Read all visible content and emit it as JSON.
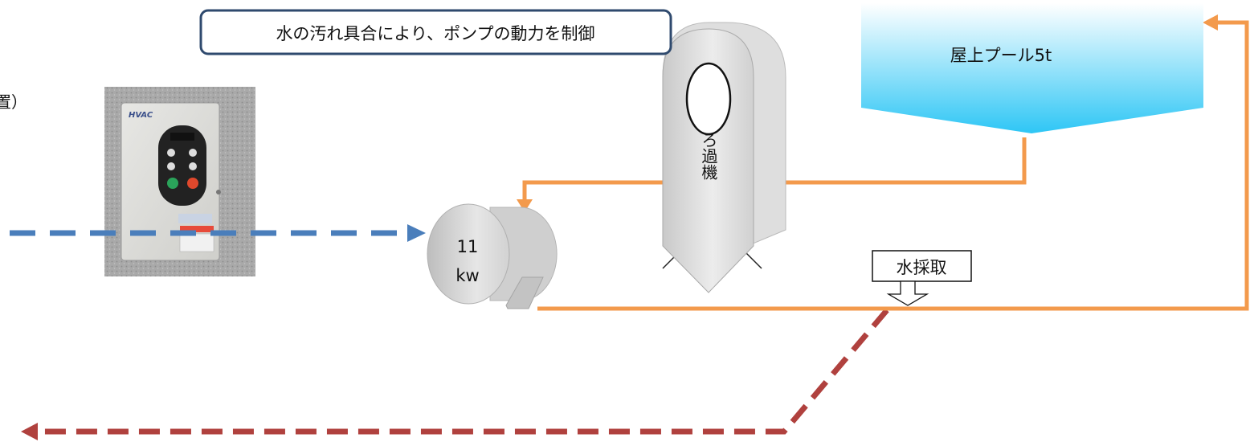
{
  "callout": {
    "text": "水の汚れ具合により、ポンプの動力を制御",
    "border_color": "#2f4a6e"
  },
  "left_fragment": "置）",
  "pool": {
    "label": "屋上プール5t"
  },
  "filter": {
    "label": "ろ過機"
  },
  "pump": {
    "line1": "11",
    "line2": "kw"
  },
  "sampling": {
    "label": "水採取"
  },
  "inverter": {
    "brand": "HVAC"
  },
  "colors": {
    "pipe": "#f39a4c",
    "signal_blue": "#4a7ebb",
    "signal_red": "#b0413e",
    "pool_top": "#ffffff",
    "pool_bottom": "#2ec6f5"
  }
}
